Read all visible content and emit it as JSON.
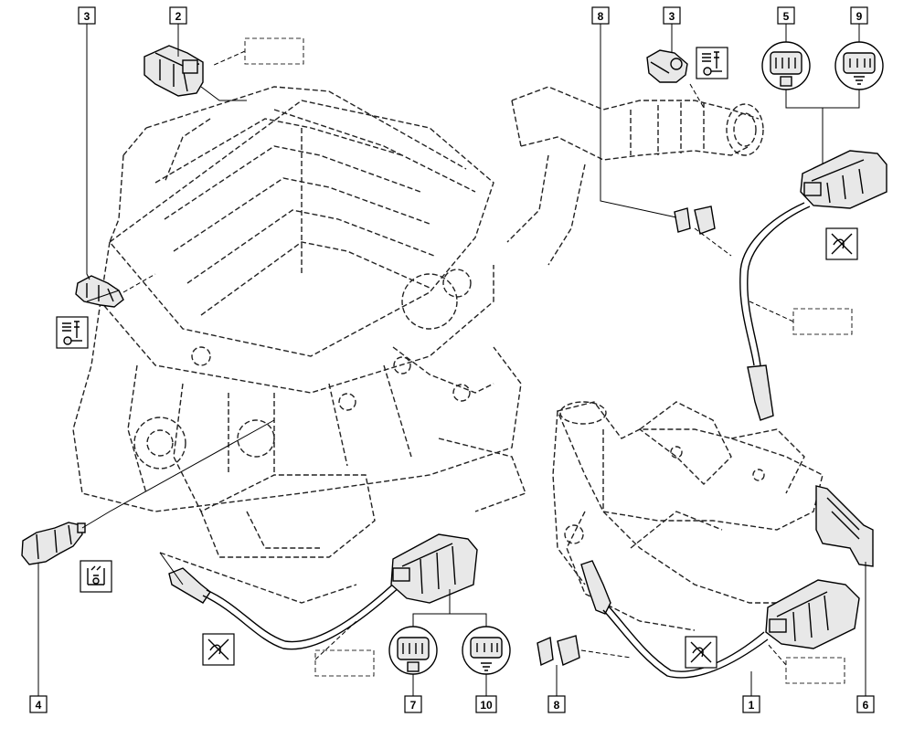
{
  "diagram": {
    "callouts": [
      {
        "id": "c3a",
        "label": "3"
      },
      {
        "id": "c2",
        "label": "2"
      },
      {
        "id": "c8a",
        "label": "8"
      },
      {
        "id": "c3b",
        "label": "3"
      },
      {
        "id": "c5",
        "label": "5"
      },
      {
        "id": "c9",
        "label": "9"
      },
      {
        "id": "c4",
        "label": "4"
      },
      {
        "id": "c7",
        "label": "7"
      },
      {
        "id": "c10",
        "label": "10"
      },
      {
        "id": "c8b",
        "label": "8"
      },
      {
        "id": "c1",
        "label": "1"
      },
      {
        "id": "c6",
        "label": "6"
      }
    ],
    "placeholders": [
      {
        "id": "p1",
        "label": ""
      },
      {
        "id": "p2",
        "label": ""
      },
      {
        "id": "p3",
        "label": ""
      },
      {
        "id": "p4",
        "label": ""
      }
    ],
    "icons": [
      {
        "id": "torque-icon-a",
        "name": "torque-wrench-icon"
      },
      {
        "id": "torque-icon-b",
        "name": "torque-wrench-icon"
      },
      {
        "id": "nocut-icon-a",
        "name": "no-cut-icon"
      },
      {
        "id": "nocut-icon-b",
        "name": "no-cut-icon"
      },
      {
        "id": "nocut-icon-c",
        "name": "no-cut-icon"
      },
      {
        "id": "sensor-icon",
        "name": "knock-sensor-symbol-icon"
      }
    ]
  }
}
